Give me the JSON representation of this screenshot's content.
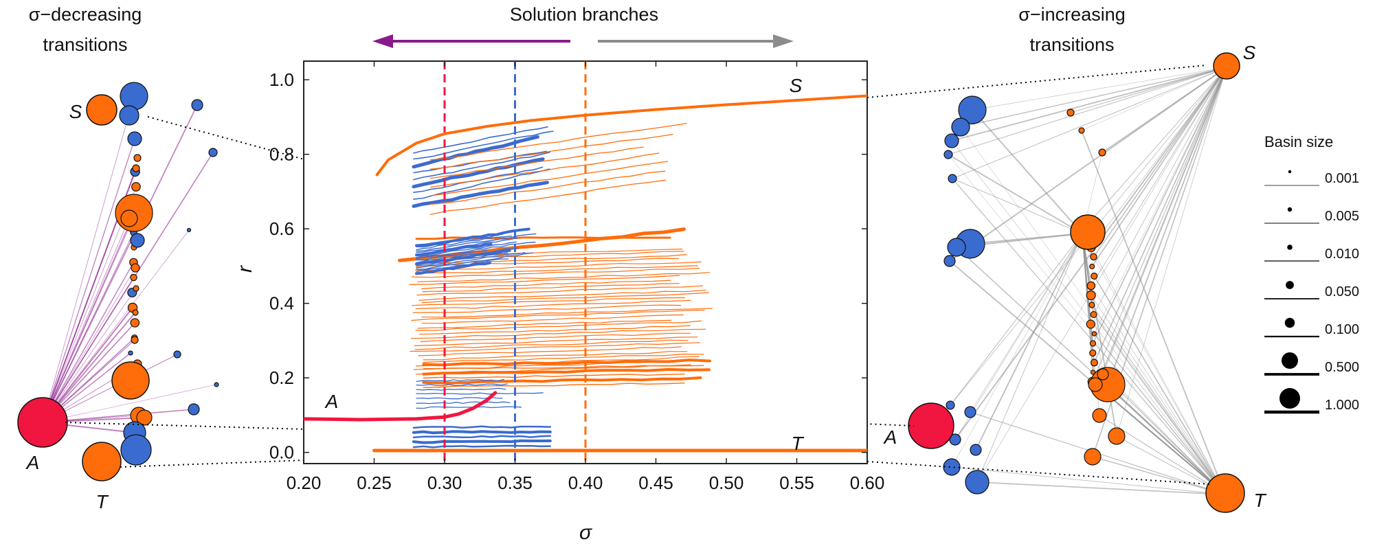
{
  "chart_data": {
    "type": "line",
    "title": "Solution branches",
    "xlabel": "σ",
    "ylabel": "r",
    "xlim": [
      0.2,
      0.6
    ],
    "ylim": [
      -0.03,
      1.05
    ],
    "xticks": [
      "0.20",
      "0.25",
      "0.30",
      "0.35",
      "0.40",
      "0.45",
      "0.50",
      "0.55",
      "0.60"
    ],
    "yticks": [
      "0.0",
      "0.2",
      "0.4",
      "0.6",
      "0.8",
      "1.0"
    ],
    "grid": false,
    "colors": {
      "orange": "#ff6c0a",
      "blue": "#3a6bcf",
      "red": "#f0163f",
      "purple": "#8a1a8a",
      "gray": "#8c8c8c"
    },
    "vertical_lines": [
      {
        "x": 0.3,
        "color": "#f0163f"
      },
      {
        "x": 0.35,
        "color": "#3a6bcf"
      },
      {
        "x": 0.4,
        "color": "#ff6c0a"
      }
    ],
    "series": [
      {
        "name": "S",
        "color": "#ff6c0a",
        "width": 4,
        "x": [
          0.252,
          0.26,
          0.28,
          0.3,
          0.33,
          0.36,
          0.4,
          0.45,
          0.5,
          0.55,
          0.6
        ],
        "y": [
          0.745,
          0.785,
          0.83,
          0.855,
          0.875,
          0.89,
          0.905,
          0.92,
          0.933,
          0.945,
          0.957
        ]
      },
      {
        "name": "T",
        "color": "#ff6c0a",
        "width": 5,
        "x": [
          0.25,
          0.6
        ],
        "y": [
          0.005,
          0.005
        ]
      },
      {
        "name": "A",
        "color": "#f0163f",
        "width": 5,
        "x": [
          0.2,
          0.24,
          0.28,
          0.3,
          0.31,
          0.32,
          0.33,
          0.336
        ],
        "y": [
          0.09,
          0.088,
          0.09,
          0.095,
          0.103,
          0.118,
          0.14,
          0.16
        ]
      }
    ],
    "annotations": [
      "S",
      "T",
      "A"
    ]
  },
  "headers": {
    "left_line1": "σ−decreasing",
    "left_line2": "transitions",
    "right_line1": "σ−increasing",
    "right_line2": "transitions"
  },
  "networks": {
    "left_labels": {
      "S": "S",
      "A": "A",
      "T": "T"
    },
    "right_labels": {
      "S": "S",
      "A": "A",
      "T": "T"
    }
  },
  "legend": {
    "title": "Basin size",
    "entries": [
      {
        "label": "0.001",
        "value": 0.001
      },
      {
        "label": "0.005",
        "value": 0.005
      },
      {
        "label": "0.010",
        "value": 0.01
      },
      {
        "label": "0.050",
        "value": 0.05
      },
      {
        "label": "0.100",
        "value": 0.1
      },
      {
        "label": "0.500",
        "value": 0.5
      },
      {
        "label": "1.000",
        "value": 1.0
      }
    ]
  }
}
